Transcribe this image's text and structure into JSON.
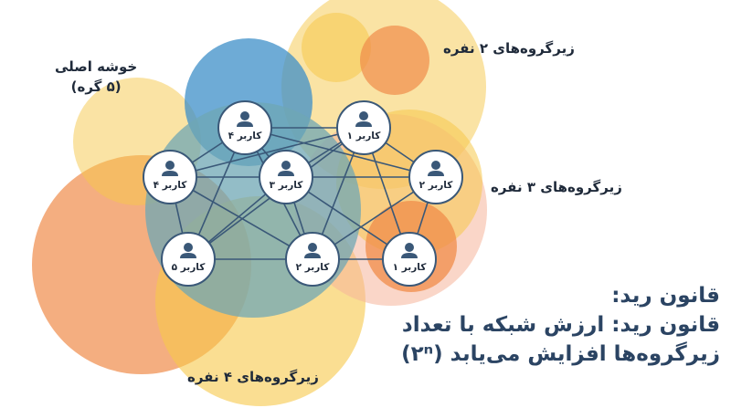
{
  "colors": {
    "yellow": "#f6c84a",
    "orange": "#f08c4a",
    "peach": "#f6b59a",
    "blue": "#3d8fc8",
    "teal": "#6fa7b4",
    "node_fill": "#ffffff",
    "node_stroke": "#3a5878",
    "edge": "#3a5878",
    "caption": "#2b4463"
  },
  "labels": {
    "main_cluster_line1": "خوشه اصلی",
    "main_cluster_line2": "(۵ گره)",
    "subgroup_2": "زیرگروه‌های ۲ نفره",
    "subgroup_3": "زیرگروه‌های ۳ نفره",
    "subgroup_4": "زیرگروه‌های ۴ نفره"
  },
  "caption": {
    "line1": "قانون رید:",
    "line2": "قانون رید: ارزش شبکه با تعداد",
    "line3": "زیرگروه‌ها افزایش می‌یابد (۲ⁿ)"
  },
  "nodes": [
    {
      "id": "n1",
      "label": "کاربر ۴",
      "icon": "user-icon"
    },
    {
      "id": "n2",
      "label": "کاربر ۱",
      "icon": "user-icon"
    },
    {
      "id": "n3",
      "label": "کاربر ۴",
      "icon": "user-icon"
    },
    {
      "id": "n4",
      "label": "کاربر ۳",
      "icon": "user-icon"
    },
    {
      "id": "n5",
      "label": "کاربر ۲",
      "icon": "user-icon"
    },
    {
      "id": "n6",
      "label": "کاربر ۵",
      "icon": "user-icon"
    },
    {
      "id": "n7",
      "label": "کاربر ۲",
      "icon": "user-icon"
    },
    {
      "id": "n8",
      "label": "کاربر ۱",
      "icon": "user-icon"
    }
  ],
  "edges": [
    [
      "n1",
      "n2"
    ],
    [
      "n1",
      "n3"
    ],
    [
      "n1",
      "n4"
    ],
    [
      "n1",
      "n5"
    ],
    [
      "n1",
      "n6"
    ],
    [
      "n1",
      "n7"
    ],
    [
      "n2",
      "n3"
    ],
    [
      "n2",
      "n4"
    ],
    [
      "n2",
      "n5"
    ],
    [
      "n2",
      "n6"
    ],
    [
      "n2",
      "n7"
    ],
    [
      "n2",
      "n8"
    ],
    [
      "n3",
      "n4"
    ],
    [
      "n3",
      "n6"
    ],
    [
      "n3",
      "n7"
    ],
    [
      "n4",
      "n5"
    ],
    [
      "n4",
      "n6"
    ],
    [
      "n4",
      "n7"
    ],
    [
      "n4",
      "n8"
    ],
    [
      "n5",
      "n7"
    ],
    [
      "n5",
      "n8"
    ],
    [
      "n6",
      "n7"
    ],
    [
      "n7",
      "n8"
    ]
  ]
}
